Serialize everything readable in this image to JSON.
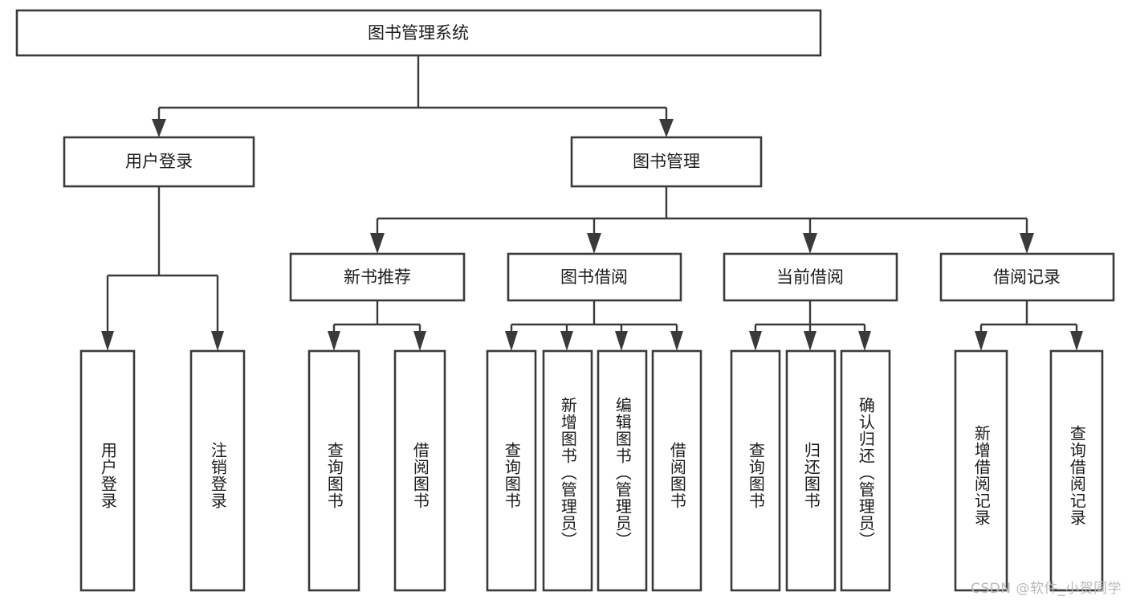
{
  "diagram": {
    "title": "图书管理系统",
    "type": "hierarchy-tree",
    "root": {
      "id": "root",
      "label": "图书管理系统",
      "orientation": "horizontal"
    },
    "level2": [
      {
        "id": "user-login",
        "label": "用户登录",
        "orientation": "horizontal"
      },
      {
        "id": "book-management",
        "label": "图书管理",
        "orientation": "horizontal"
      }
    ],
    "level3": [
      {
        "id": "new-book-recommend",
        "label": "新书推荐",
        "orientation": "horizontal",
        "parent": "book-management"
      },
      {
        "id": "book-borrow",
        "label": "图书借阅",
        "orientation": "horizontal",
        "parent": "book-management"
      },
      {
        "id": "current-borrow",
        "label": "当前借阅",
        "orientation": "horizontal",
        "parent": "book-management"
      },
      {
        "id": "borrow-record",
        "label": "借阅记录",
        "orientation": "horizontal",
        "parent": "book-management"
      }
    ],
    "leaves": [
      {
        "id": "leaf-user-login",
        "label": "用户登录",
        "orientation": "vertical",
        "parent": "user-login"
      },
      {
        "id": "leaf-user-logout",
        "label": "注销登录",
        "orientation": "vertical",
        "parent": "user-login"
      },
      {
        "id": "leaf-query-book-1",
        "label": "查询图书",
        "orientation": "vertical",
        "parent": "new-book-recommend"
      },
      {
        "id": "leaf-borrow-book-1",
        "label": "借阅图书",
        "orientation": "vertical",
        "parent": "new-book-recommend"
      },
      {
        "id": "leaf-query-book-2",
        "label": "查询图书",
        "orientation": "vertical",
        "parent": "book-borrow"
      },
      {
        "id": "leaf-add-book",
        "label": "新增图书（管理员）",
        "orientation": "vertical",
        "parent": "book-borrow"
      },
      {
        "id": "leaf-edit-book",
        "label": "编辑图书（管理员）",
        "orientation": "vertical",
        "parent": "book-borrow"
      },
      {
        "id": "leaf-borrow-book-2",
        "label": "借阅图书",
        "orientation": "vertical",
        "parent": "book-borrow"
      },
      {
        "id": "leaf-query-book-3",
        "label": "查询图书",
        "orientation": "vertical",
        "parent": "current-borrow"
      },
      {
        "id": "leaf-return-book",
        "label": "归还图书",
        "orientation": "vertical",
        "parent": "current-borrow"
      },
      {
        "id": "leaf-confirm-return",
        "label": "确认归还（管理员）",
        "orientation": "vertical",
        "parent": "current-borrow"
      },
      {
        "id": "leaf-add-record",
        "label": "新增借阅记录",
        "orientation": "vertical",
        "parent": "borrow-record"
      },
      {
        "id": "leaf-query-record",
        "label": "查询借阅记录",
        "orientation": "vertical",
        "parent": "borrow-record"
      }
    ]
  },
  "watermark": {
    "text": "CSDN @软件_小贺同学"
  },
  "colors": {
    "stroke": "#3a3a3a",
    "fill": "#ffffff",
    "text": "#1b1b1b",
    "watermark": "#b9b9b9"
  }
}
